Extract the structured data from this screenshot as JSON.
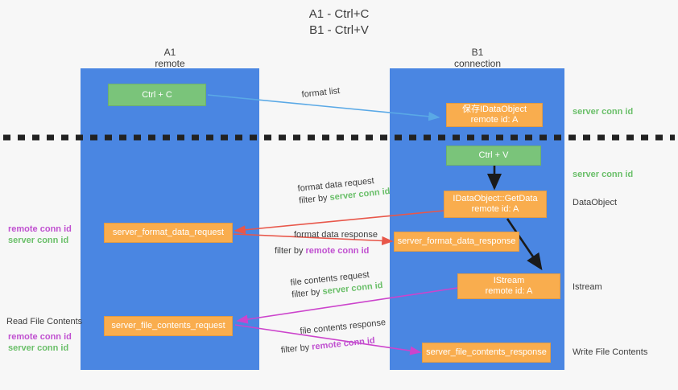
{
  "title": {
    "line1": "A1 - Ctrl+C",
    "line2": "B1 - Ctrl+V"
  },
  "columns": {
    "left": {
      "name": "A1",
      "sub": "remote"
    },
    "right": {
      "name": "B1",
      "sub": "connection"
    }
  },
  "nodes": {
    "ctrl_c": {
      "line1": "Ctrl + C",
      "line2": "",
      "color": "#7ac47a"
    },
    "save_idataobject": {
      "line1": "保存IDataObject",
      "line2": "remote id: A",
      "color": "#f9ad4e"
    },
    "ctrl_v": {
      "line1": "Ctrl + V",
      "line2": "",
      "color": "#7ac47a"
    },
    "idataobject_getdata": {
      "line1": "IDataObject::GetData",
      "line2": "remote id: A",
      "color": "#f9ad4e"
    },
    "server_format_data_request": {
      "line1": "server_format_data_request",
      "line2": "",
      "color": "#f9ad4e"
    },
    "server_format_data_response": {
      "line1": "server_format_data_response",
      "line2": "",
      "color": "#f9ad4e"
    },
    "istream": {
      "line1": "IStream",
      "line2": "remote id: A",
      "color": "#f9ad4e"
    },
    "server_file_contents_request": {
      "line1": "server_file_contents_request",
      "line2": "",
      "color": "#f9ad4e"
    },
    "server_file_contents_response": {
      "line1": "server_file_contents_response",
      "line2": "",
      "color": "#f9ad4e"
    }
  },
  "edges": {
    "format_list": {
      "label": "format list"
    },
    "format_data_request": {
      "label": "format data request",
      "filter_prefix": "filter by ",
      "filter_key": "server conn id"
    },
    "format_data_response": {
      "label": "format data response",
      "filter_prefix": "filter by ",
      "filter_key": "remote conn id"
    },
    "file_contents_request": {
      "label": "file contents request",
      "filter_prefix": "filter by ",
      "filter_key": "server conn id"
    },
    "file_contents_response": {
      "label": "file contents response",
      "filter_prefix": "filter by ",
      "filter_key": "remote conn id"
    }
  },
  "left_notes": {
    "remote_conn_id_1": "remote conn id",
    "server_conn_id_1": "server conn id",
    "read_file_contents": "Read File Contents",
    "remote_conn_id_2": "remote conn id",
    "server_conn_id_2": "server conn id"
  },
  "right_notes": {
    "server_conn_id_1": "server conn id",
    "server_conn_id_2": "server conn id",
    "dataobject": "DataObject",
    "istream": "Istream",
    "write_file_contents": "Write File Contents"
  },
  "colors": {
    "lane": "#4a86e2",
    "green_node": "#7ac47a",
    "orange_node": "#f9ad4e",
    "server_conn_id": "#6abf69",
    "remote_conn_id": "#c050d0",
    "arrow_blue": "#5aa9e6",
    "arrow_red": "#e8574a",
    "arrow_magenta": "#cc44cc",
    "arrow_dark": "#222222",
    "background": "#f7f7f7"
  }
}
